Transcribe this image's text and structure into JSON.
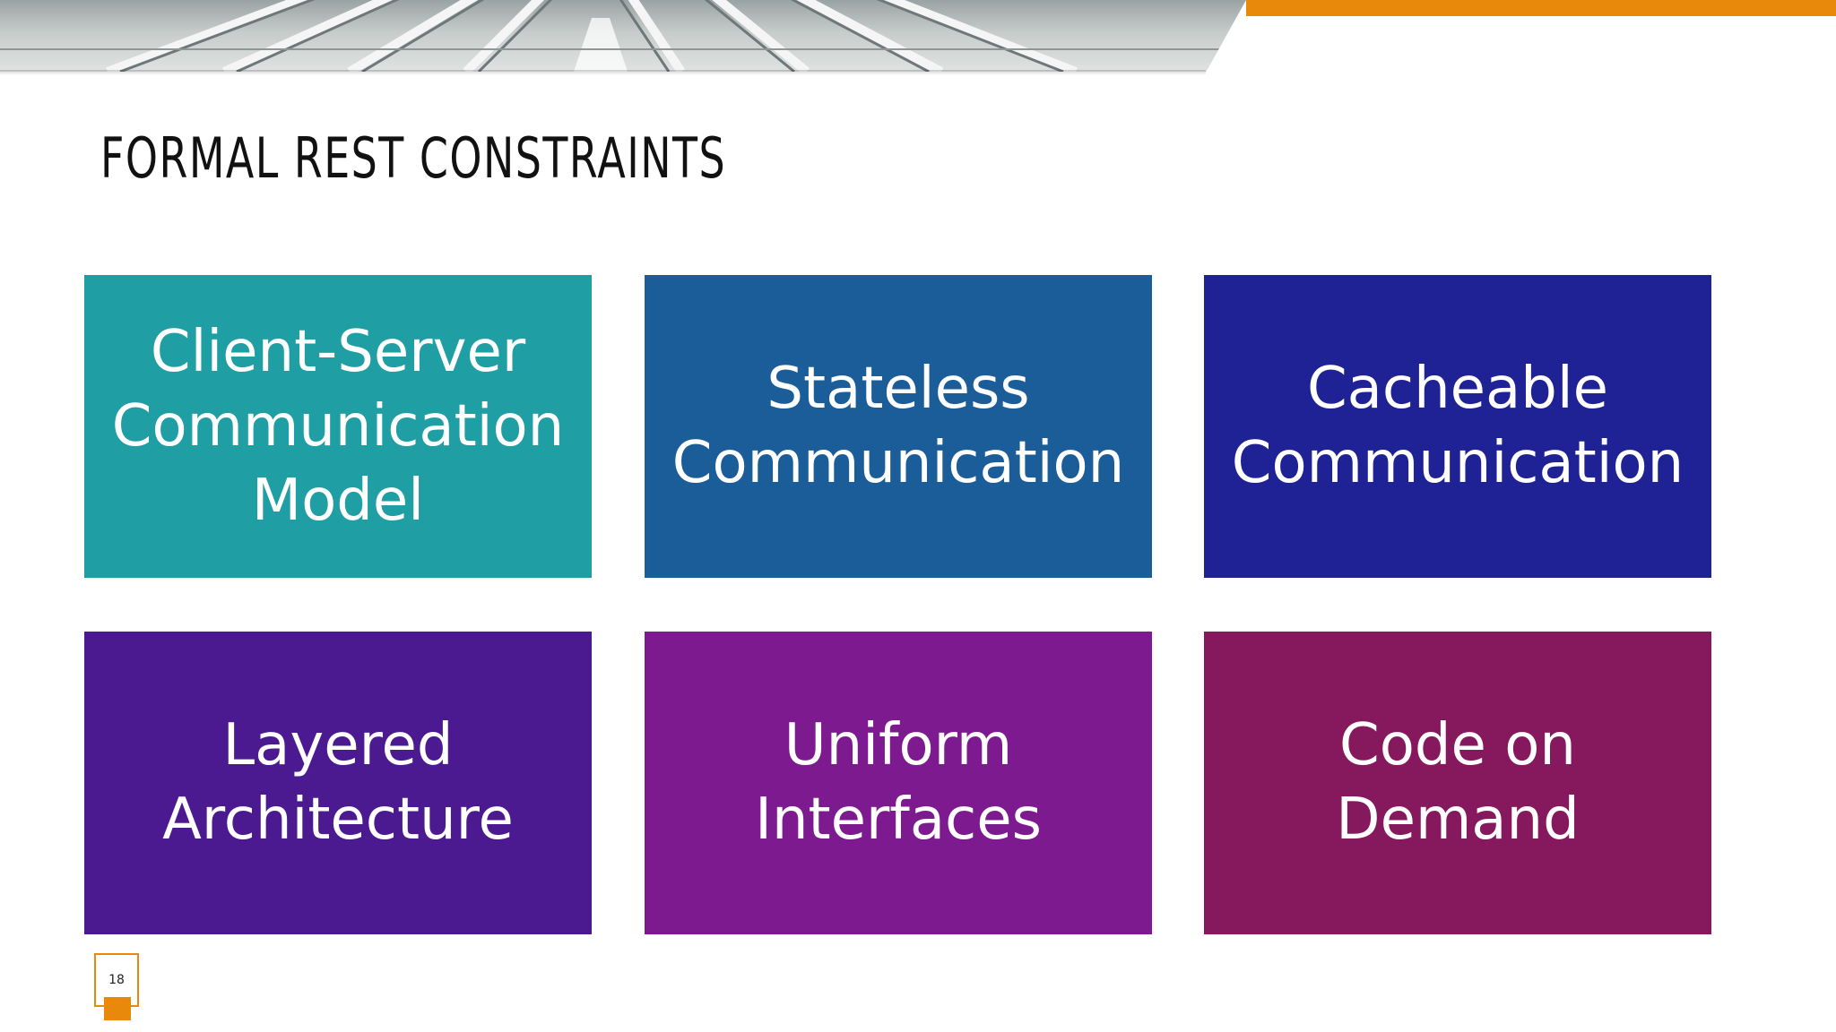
{
  "slide": {
    "title": "FORMAL REST CONSTRAINTS",
    "page_number": "18",
    "accent_color": "#e8890c",
    "tiles": [
      {
        "label": "Client-Server\nCommunication\nModel",
        "color": "#1f9ea3"
      },
      {
        "label": "Stateless\nCommunication",
        "color": "#1b5d99"
      },
      {
        "label": "Cacheable\nCommunication",
        "color": "#1e2294"
      },
      {
        "label": "Layered\nArchitecture",
        "color": "#4b1a91"
      },
      {
        "label": "Uniform\nInterfaces",
        "color": "#7e1a8f"
      },
      {
        "label": "Code on\nDemand",
        "color": "#86195e"
      }
    ]
  }
}
